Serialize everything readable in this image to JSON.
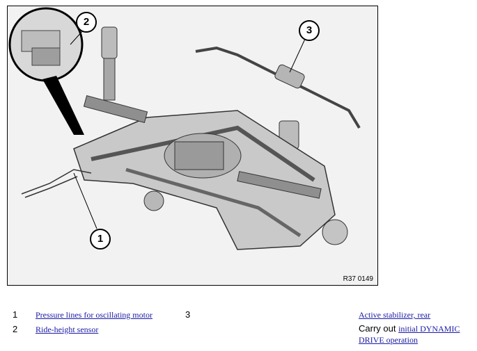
{
  "figure": {
    "code": "R37 0149",
    "callouts": [
      "1",
      "2",
      "3"
    ]
  },
  "legend": {
    "row1": {
      "num": "1",
      "text": "Pressure lines for oscillating motor"
    },
    "row2": {
      "num": "2",
      "text": "Ride-height sensor"
    },
    "row3": {
      "num": "3",
      "text": "Active stabilizer, rear"
    },
    "note": {
      "prefix": "Carry out ",
      "link1": "initial DYNAMIC",
      "link2": "DRIVE operation"
    }
  }
}
